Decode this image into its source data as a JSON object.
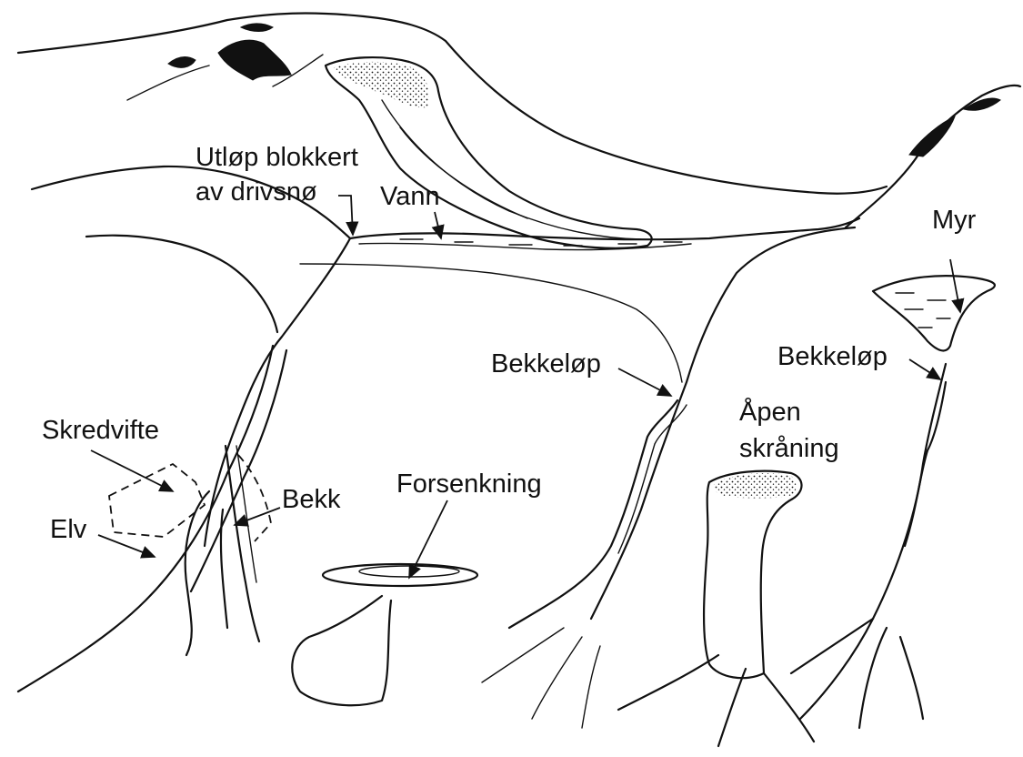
{
  "labels": {
    "utlop_line1": "Utløp blokkert",
    "utlop_line2": "av drivsnø",
    "vann": "Vann",
    "myr": "Myr",
    "bekkelop_center": "Bekkeløp",
    "bekkelop_right": "Bekkeløp",
    "apen_line1": "Åpen",
    "apen_line2": "skråning",
    "skredvifte": "Skredvifte",
    "forsenkning": "Forsenkning",
    "bekk": "Bekk",
    "elv": "Elv"
  },
  "colors": {
    "ink": "#111111",
    "paper": "#ffffff"
  }
}
